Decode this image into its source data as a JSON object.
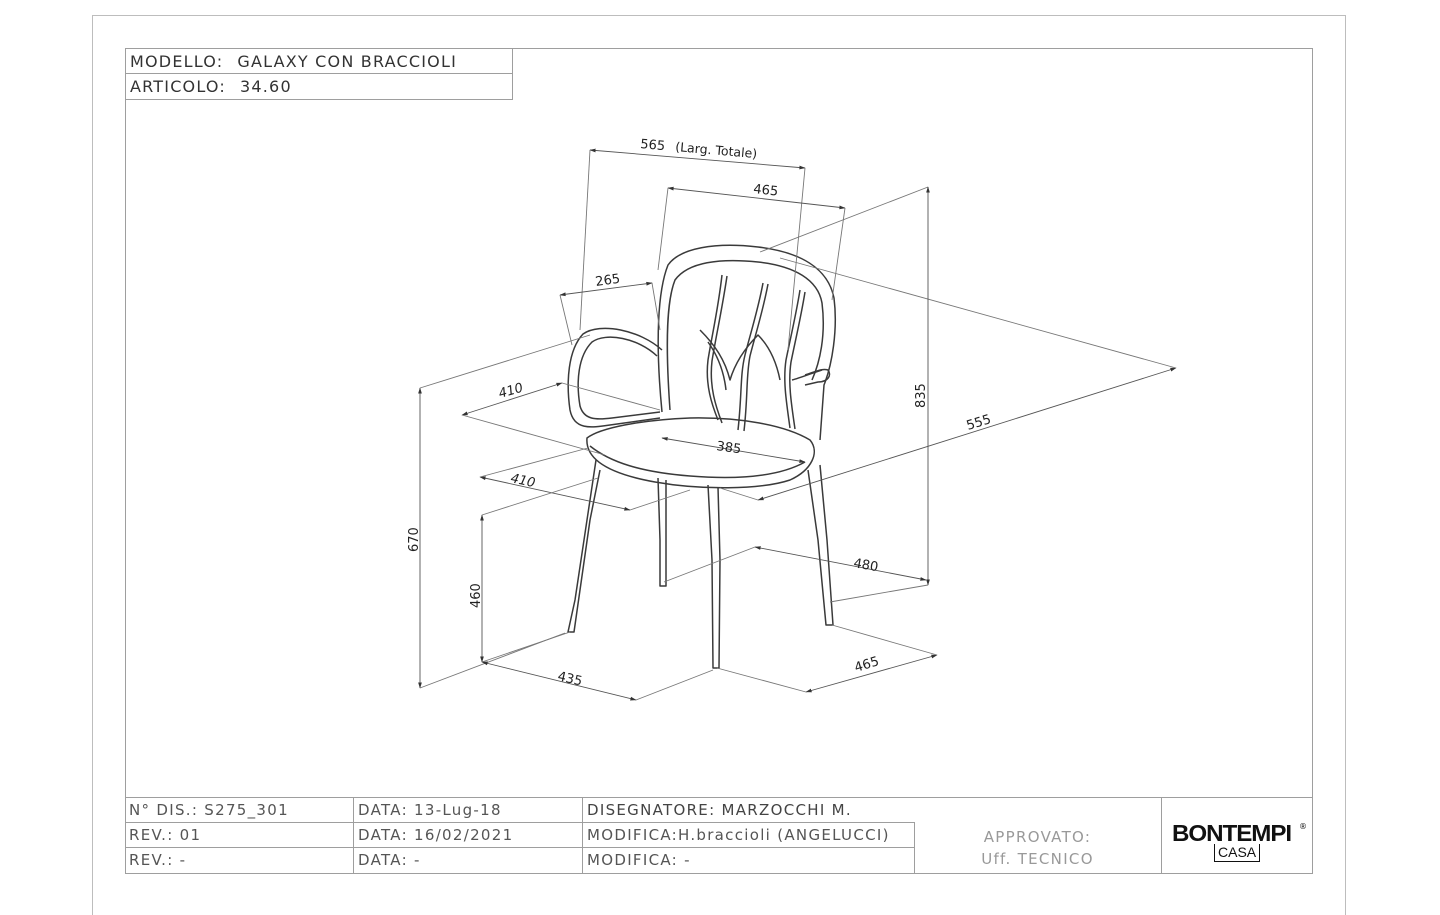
{
  "title_block": {
    "modello_label": "MODELLO:",
    "modello_value": "GALAXY CON BRACCIOLI",
    "articolo_label": "ARTICOLO:",
    "articolo_value": "34.60"
  },
  "dimensions": {
    "total_width": "565",
    "total_width_note": "(Larg. Totale)",
    "back_width": "465",
    "arm_depth": "265",
    "seat_width_top": "410",
    "seat_width_front": "410",
    "inner_width": "385",
    "total_depth": "555",
    "total_height": "835",
    "arm_height": "670",
    "seat_height": "460",
    "foot_depth": "480",
    "foot_width_right": "465",
    "foot_width_left": "435"
  },
  "footer": {
    "ndis": "N° DIS.: S275_301",
    "data1": "DATA: 13-Lug-18",
    "disegnatore": "DISEGNATORE: MARZOCCHI M.",
    "rev1": "REV.: 01",
    "data2": "DATA: 16/02/2021",
    "modifica1": "MODIFICA:H.braccioli (ANGELUCCI)",
    "rev2": "REV.: -",
    "data3": "DATA: -",
    "modifica2": "MODIFICA: -",
    "approvato": "APPROVATO:",
    "ufficio": "Uff. TECNICO"
  },
  "logo": {
    "brand": "BONTEMPI",
    "sub": "CASA",
    "registered": "®"
  },
  "colors": {
    "line": "#7a7a7a",
    "chair": "#3a3a3a",
    "text": "#333333"
  }
}
